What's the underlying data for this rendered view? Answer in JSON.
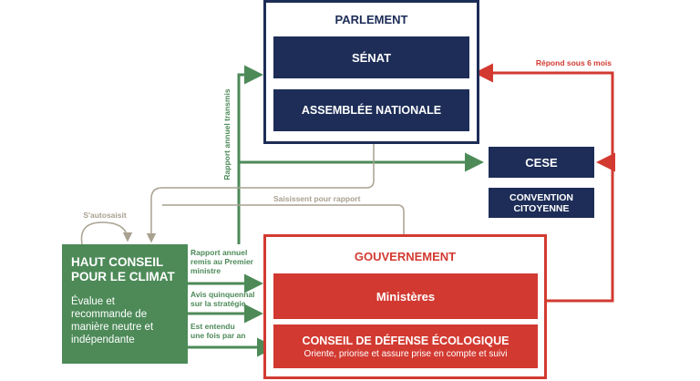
{
  "parliament": {
    "title": "PARLEMENT",
    "senate": "SÉNAT",
    "assembly": "ASSEMBLÉE NATIONALE"
  },
  "cese": "CESE",
  "convention": "CONVENTION\nCITOYENNE",
  "government": {
    "title": "GOUVERNEMENT",
    "ministries": "Ministères",
    "council_title": "CONSEIL DE DÉFENSE ÉCOLOGIQUE",
    "council_desc": "Oriente, priorise et assure prise en compte et suivi"
  },
  "hcc": {
    "title": "HAUT CONSEIL\nPOUR LE CLIMAT",
    "description": "Évalue et\nrecommande de\nmanière neutre et\nindépendante"
  },
  "labels": {
    "rapport_annuel_transmis": "Rapport annuel transmis",
    "repond": "Répond sous 6 mois",
    "saisissent": "Saisissent pour rapport",
    "autosaisit": "S'autosaisit",
    "rapport_remis": "Rapport annuel\nremis au Premier\nministre",
    "avis_quinquennal": "Avis quinquennal\nsur la stratégie",
    "entendu": "Est entendu\nune fois par an"
  },
  "colors": {
    "navy": "#1d2d57",
    "red": "#d23a31",
    "green": "#4d8a58",
    "beige": "#a9a191"
  }
}
